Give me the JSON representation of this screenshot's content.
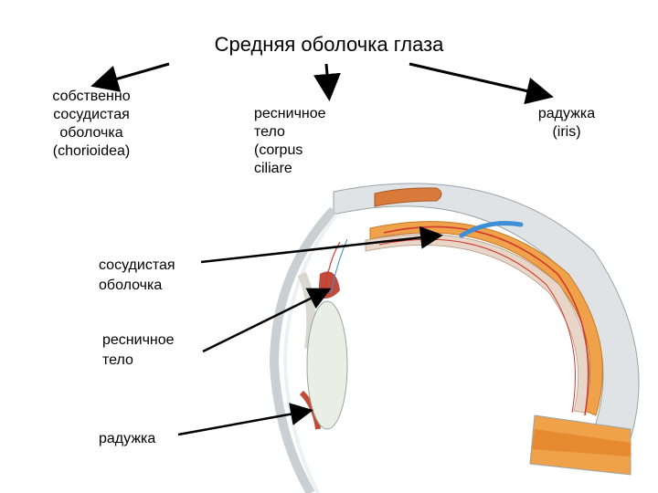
{
  "title": "Средняя оболочка глаза",
  "branches": [
    {
      "label": "собственно\nсосудистая\nоболочка\n(chorioidea)"
    },
    {
      "label": "ресничное\n   тело\n   (corpus\n ciliare"
    },
    {
      "label": "радужка\n(iris)"
    }
  ],
  "side_labels": [
    {
      "label": "сосудистая\nоболочка"
    },
    {
      "label": "ресничное\nтело"
    },
    {
      "label": "радужка"
    }
  ],
  "colors": {
    "sclera": "#dfe3e6",
    "choroid": "#f0a24a",
    "vessel_red": "#d2382f",
    "vessel_blue": "#3f8fd6",
    "lens": "#e9efe4"
  }
}
